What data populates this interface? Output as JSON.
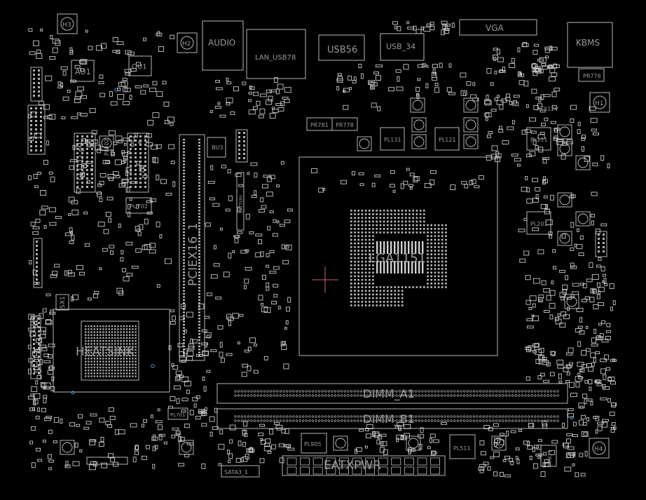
{
  "board": {
    "colors": {
      "background": "#000000",
      "stroke": "#c8c8c8",
      "label": "#9a9a9a",
      "marker": "#c8646e",
      "via": "#3fa0c8"
    },
    "labels": {
      "h3": "H3",
      "au1": "AU1",
      "ou1": "OU1",
      "h2": "H2",
      "audio": "AUDIO",
      "lan": "LAN_USB78",
      "usb56": "USB56",
      "usb34": "USB_34",
      "vga": "VGA",
      "kbms": "KBMS",
      "pr76": "PR776",
      "h1": "H1",
      "atx12v": "ATX12V",
      "pr781": "PR781",
      "pr778": "PR778",
      "pl131": "PL131",
      "pl121": "PL121",
      "pl111": "PL111",
      "pu702": "PU702",
      "bu3": "BU3",
      "battery": "BATTERY",
      "pl102": "PL102",
      "pcie": "PCIEX16_1",
      "lga": "LGA1151",
      "pl201": "PL201",
      "sx1": "SX1",
      "heatsink": "HEATSINK",
      "dimma1": "DIMM_A1",
      "dimmb1": "DIMM_B1",
      "pl701": "PL701",
      "pl905": "PL905",
      "pl511": "PL511",
      "pr611": "PR611",
      "h4": "H4",
      "sata": "SATA3_1",
      "eatxpwr": "EATXPWR"
    }
  }
}
